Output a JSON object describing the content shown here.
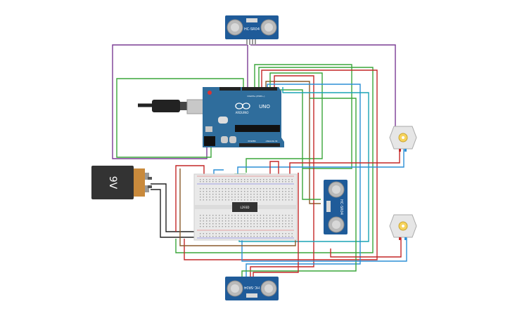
{
  "canvas": {
    "background": "#ffffff"
  },
  "components": {
    "sensor_top": {
      "label": "HC-SR04",
      "color": "#1f5b99"
    },
    "sensor_bottom": {
      "label": "HC-SR04",
      "color": "#1f5b99"
    },
    "sensor_right": {
      "label": "HC-SR04",
      "color": "#1f5b99"
    },
    "battery": {
      "label": "9V",
      "color": "#333333",
      "terminal_color": "#c98a3c"
    },
    "arduino": {
      "brand": "ARDUINO",
      "model": "UNO",
      "digital_header": "DIGITAL (PWM~)",
      "power_header": "POWER",
      "analog_header": "ANALOG IN",
      "color": "#2f6d9c"
    },
    "driver_chip": {
      "label": "L293D"
    },
    "motors": [
      {
        "name": "motor-top",
        "color": "#e6e6e6"
      },
      {
        "name": "motor-bottom",
        "color": "#e6e6e6"
      }
    ]
  },
  "wire_colors": {
    "green": "#3aa63a",
    "red": "#c42727",
    "brown": "#8a5a2b",
    "purple": "#7a3b94",
    "blue": "#2c8fd6",
    "black": "#222222",
    "teal": "#1aa3b5"
  }
}
